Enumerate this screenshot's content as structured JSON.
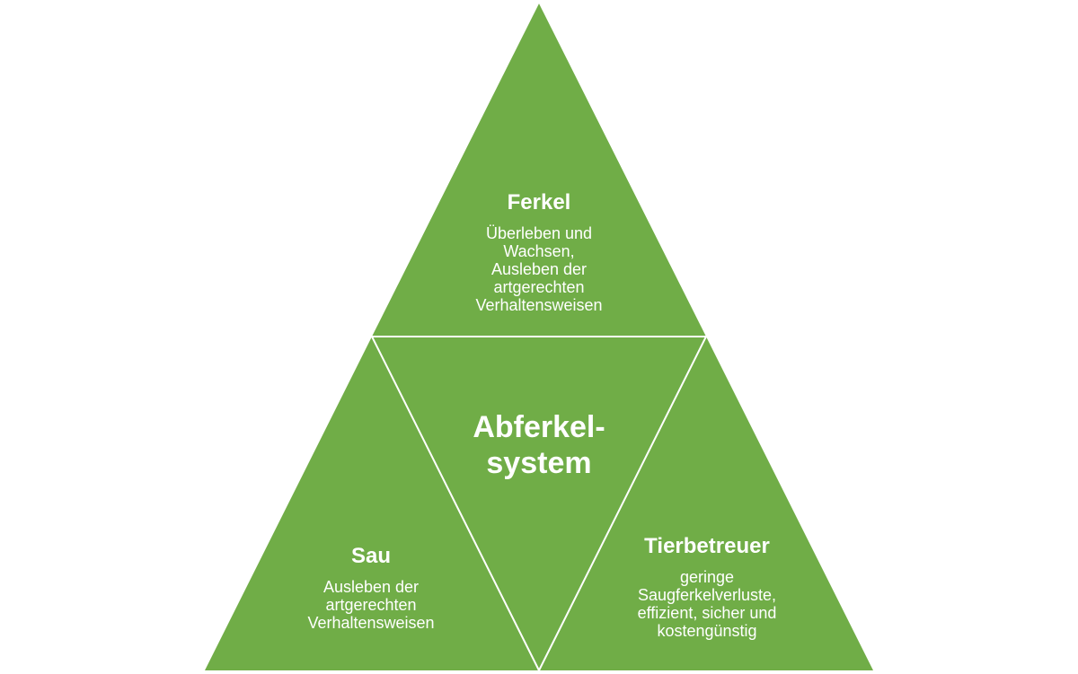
{
  "colors": {
    "fill": "#70AD47",
    "divider": "#FFFFFF"
  },
  "center": {
    "title_line1": "Abferkel-",
    "title_line2": "system"
  },
  "top": {
    "title": "Ferkel",
    "lines": [
      "Überleben und",
      "Wachsen,",
      "Ausleben der",
      "artgerechten",
      "Verhaltensweisen"
    ]
  },
  "left": {
    "title": "Sau",
    "lines": [
      "Ausleben der",
      "artgerechten",
      "Verhaltensweisen"
    ]
  },
  "right": {
    "title": "Tierbetreuer",
    "lines": [
      "geringe",
      "Saugferkelverluste,",
      "effizient, sicher und",
      "kostengünstig"
    ]
  }
}
